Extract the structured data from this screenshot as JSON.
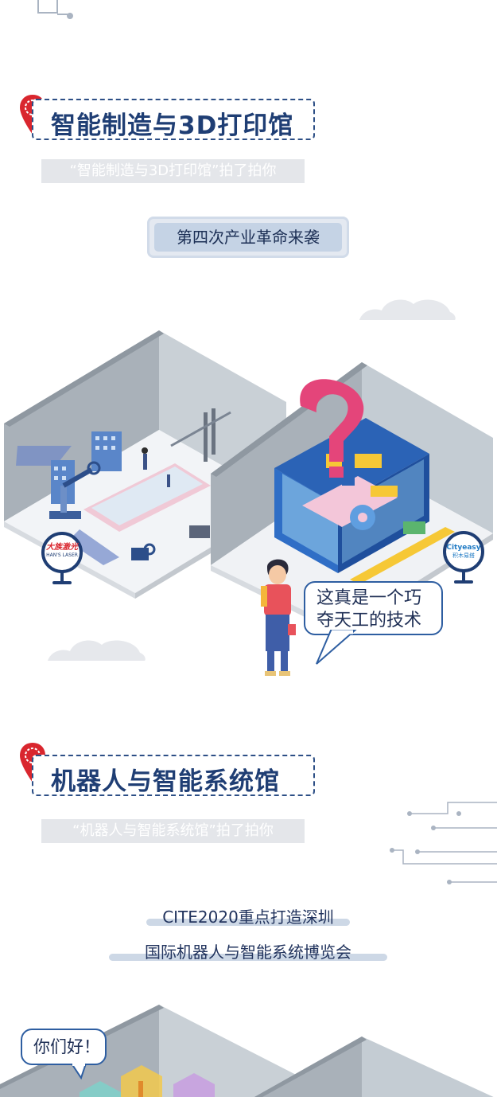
{
  "sections": [
    {
      "title": "智能制造与3D打印馆",
      "subtitle": "“智能制造与3D打印馆”拍了拍你",
      "slogan": "第四次产业革命来袭",
      "speech": [
        "这真是一个巧",
        "夺天工的技术"
      ],
      "signs": {
        "left": {
          "line1": "大族激光",
          "line2": "HAN'S LASER"
        },
        "right": {
          "line1": "Cityeasy",
          "line2": "积木易搭"
        }
      }
    },
    {
      "title": "机器人与智能系统馆",
      "subtitle": "“机器人与智能系统馆”拍了拍你",
      "slogan_lines": [
        "CITE2020重点打造深圳",
        "国际机器人与智能系统博览会"
      ],
      "speech": "你们好！"
    }
  ],
  "colors": {
    "title_navy": "#1f3e74",
    "pin_red": "#d9262e",
    "printer_blue": "#2b63b6",
    "question_pink": "#e4457a",
    "wall_grey": "#a7b0b8",
    "floor_white": "#f4f6f8"
  },
  "icons": [
    "map-pin-icon",
    "cloud-icon",
    "circuit-lines-icon",
    "question-mark-icon",
    "gear-icon",
    "robot-arm-icon"
  ]
}
